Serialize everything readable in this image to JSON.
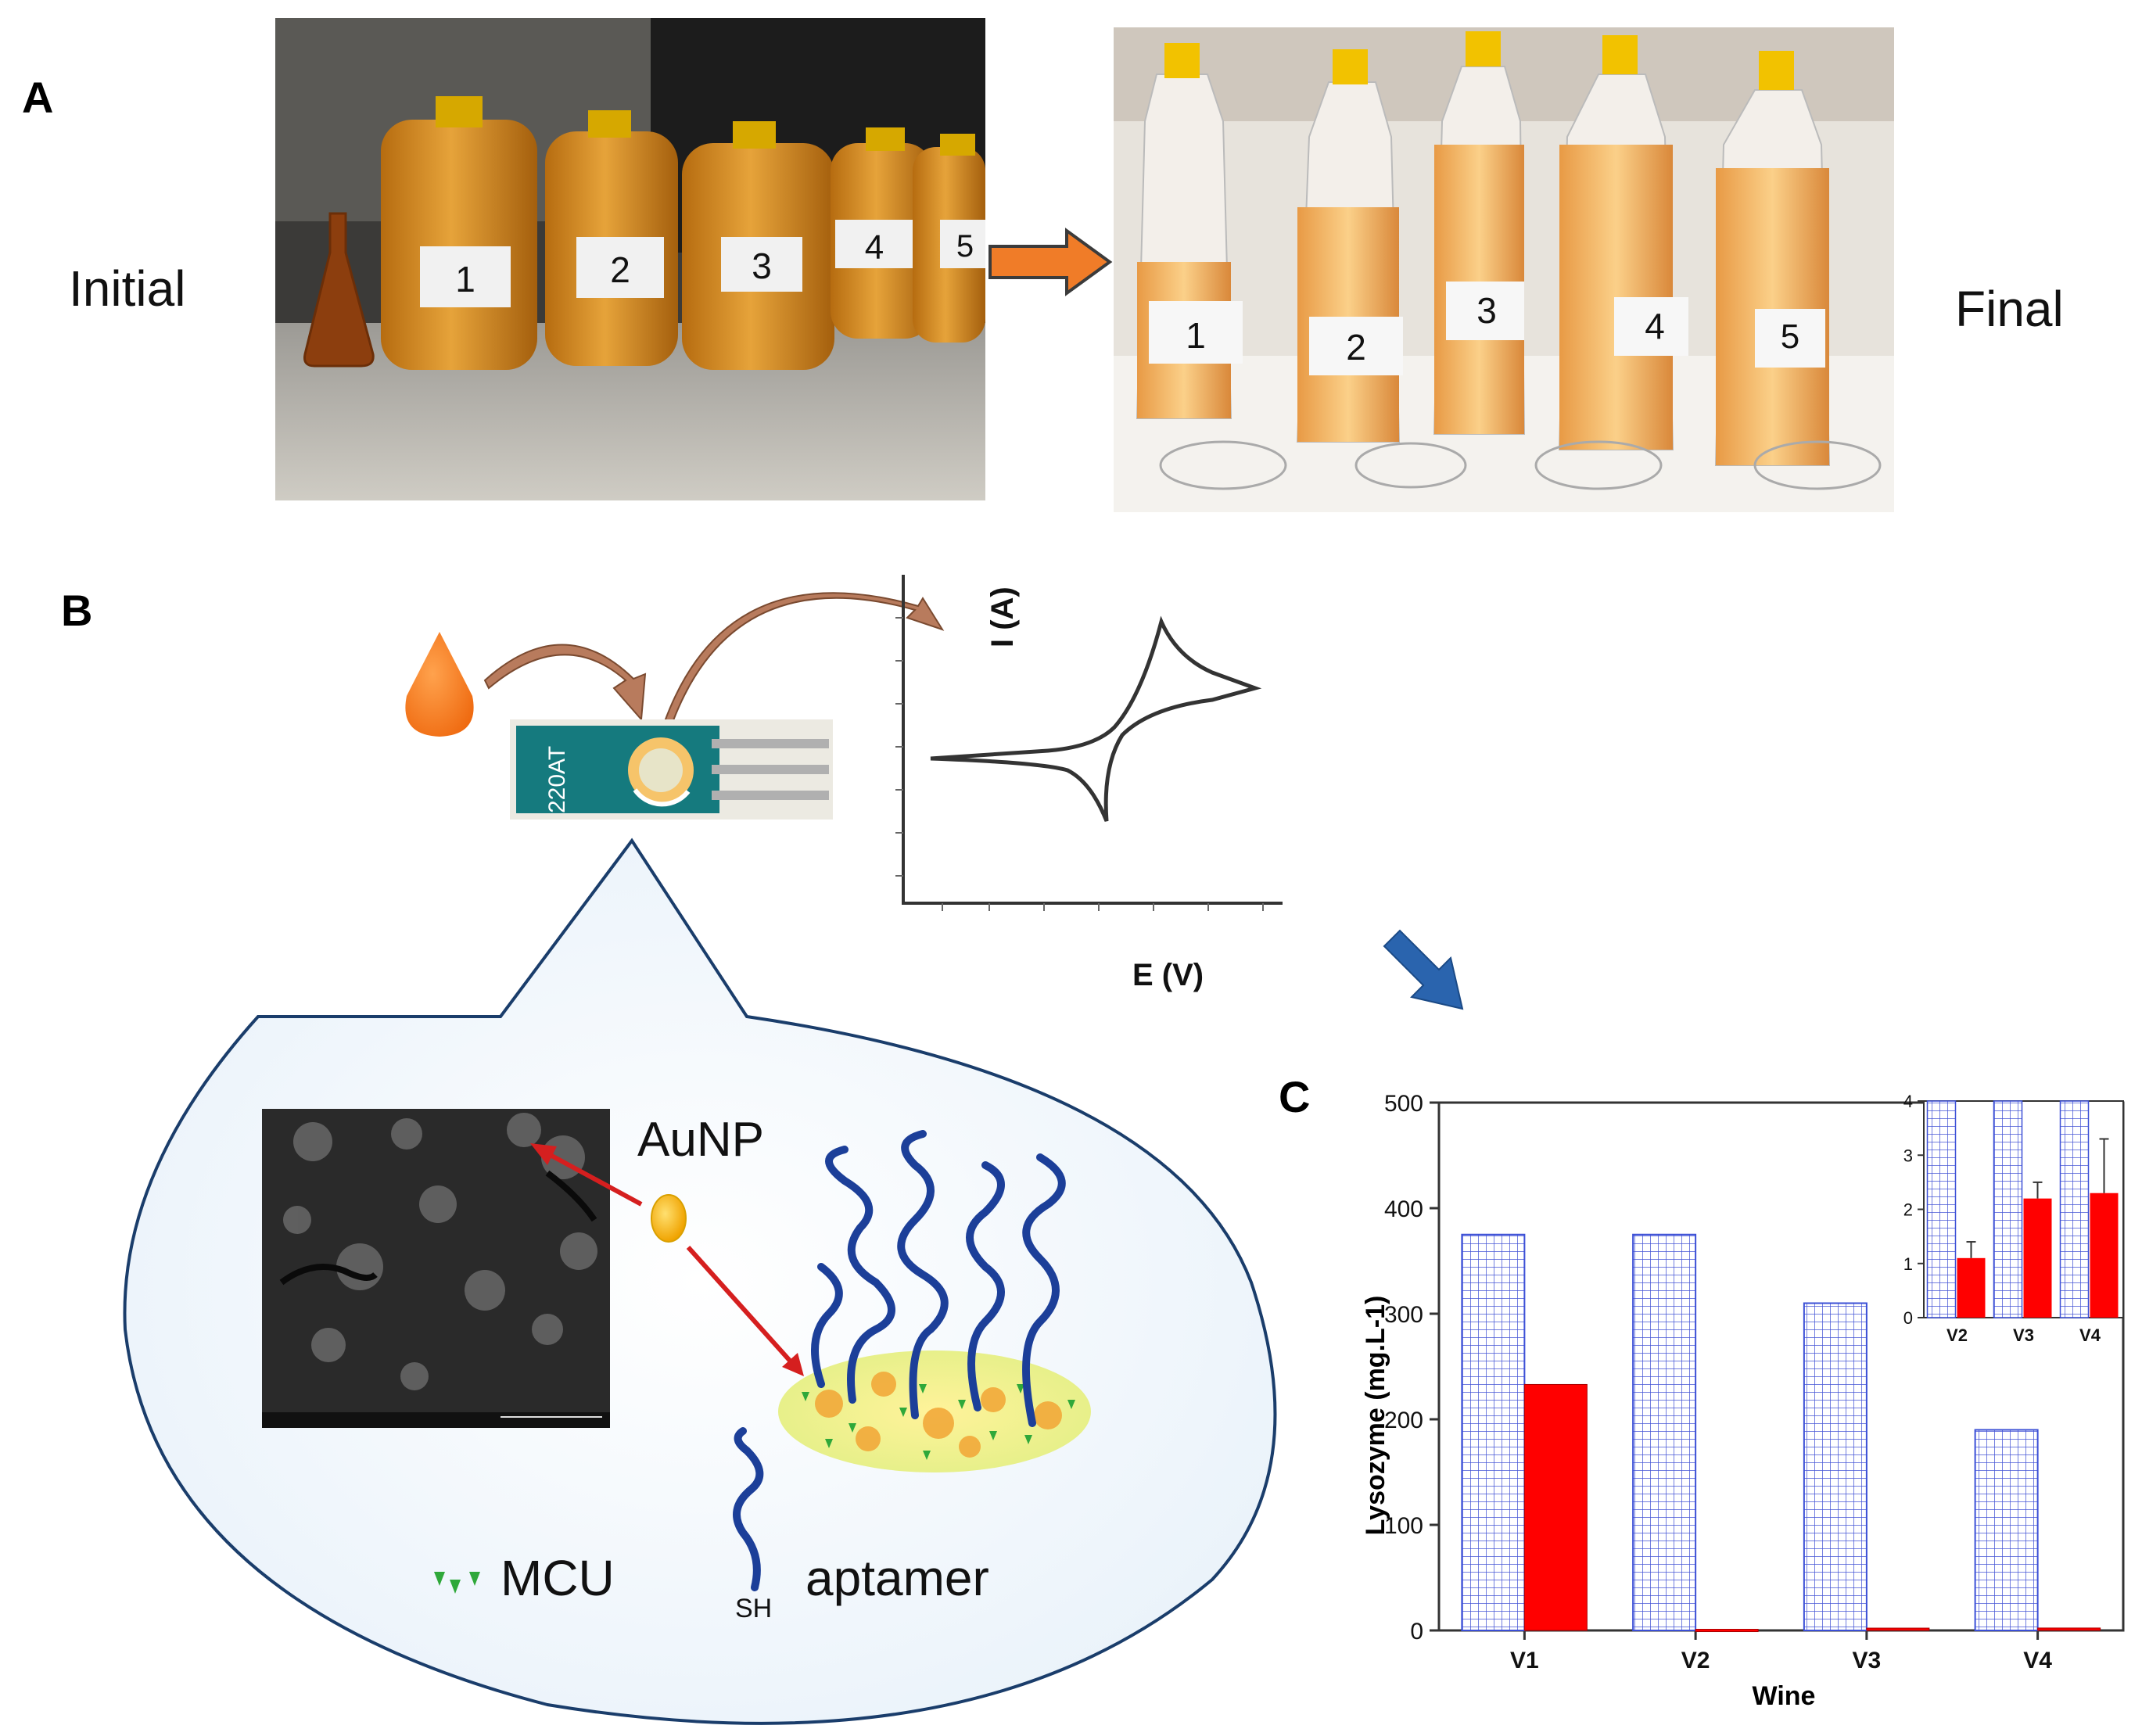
{
  "panels": {
    "a": {
      "label": "A",
      "initial_label": "Initial",
      "final_label": "Final",
      "bottle_numbers": [
        "1",
        "2",
        "3",
        "4",
        "5"
      ]
    },
    "b": {
      "label": "B",
      "cv_ylabel": "I (A)",
      "cv_xlabel": "E (V)",
      "electrode_text": [
        "220AT"
      ],
      "aunp_label": "AuNP",
      "mcu_label": "MCU",
      "sh_label": "SH",
      "aptamer_label": "aptamer"
    },
    "c": {
      "label": "C"
    }
  },
  "chart_data": [
    {
      "type": "bar",
      "categories": [
        "V1",
        "V2",
        "V3",
        "V4"
      ],
      "series": [
        {
          "values": [
            375,
            375,
            310,
            190
          ],
          "color": "#3b4fd6",
          "pattern": "grid"
        },
        {
          "values": [
            233,
            1.1,
            2.2,
            2.3
          ],
          "color": "#ff0000"
        }
      ],
      "xlabel": "Wine",
      "ylabel": "Lysozyme (mg.L-1)",
      "ylim": [
        0,
        500
      ],
      "yticks": [
        "0",
        "100",
        "200",
        "300",
        "400",
        "500"
      ],
      "inset": {
        "categories": [
          "V2",
          "V3",
          "V4"
        ],
        "red_values": [
          1.1,
          2.2,
          2.3
        ],
        "red_errors": [
          0.3,
          0.3,
          1.0
        ],
        "hatched_values_clipped": [
          4,
          4,
          4
        ],
        "ylim": [
          0,
          4
        ],
        "yticks": [
          "0",
          "1",
          "2",
          "3",
          "4"
        ]
      }
    }
  ]
}
